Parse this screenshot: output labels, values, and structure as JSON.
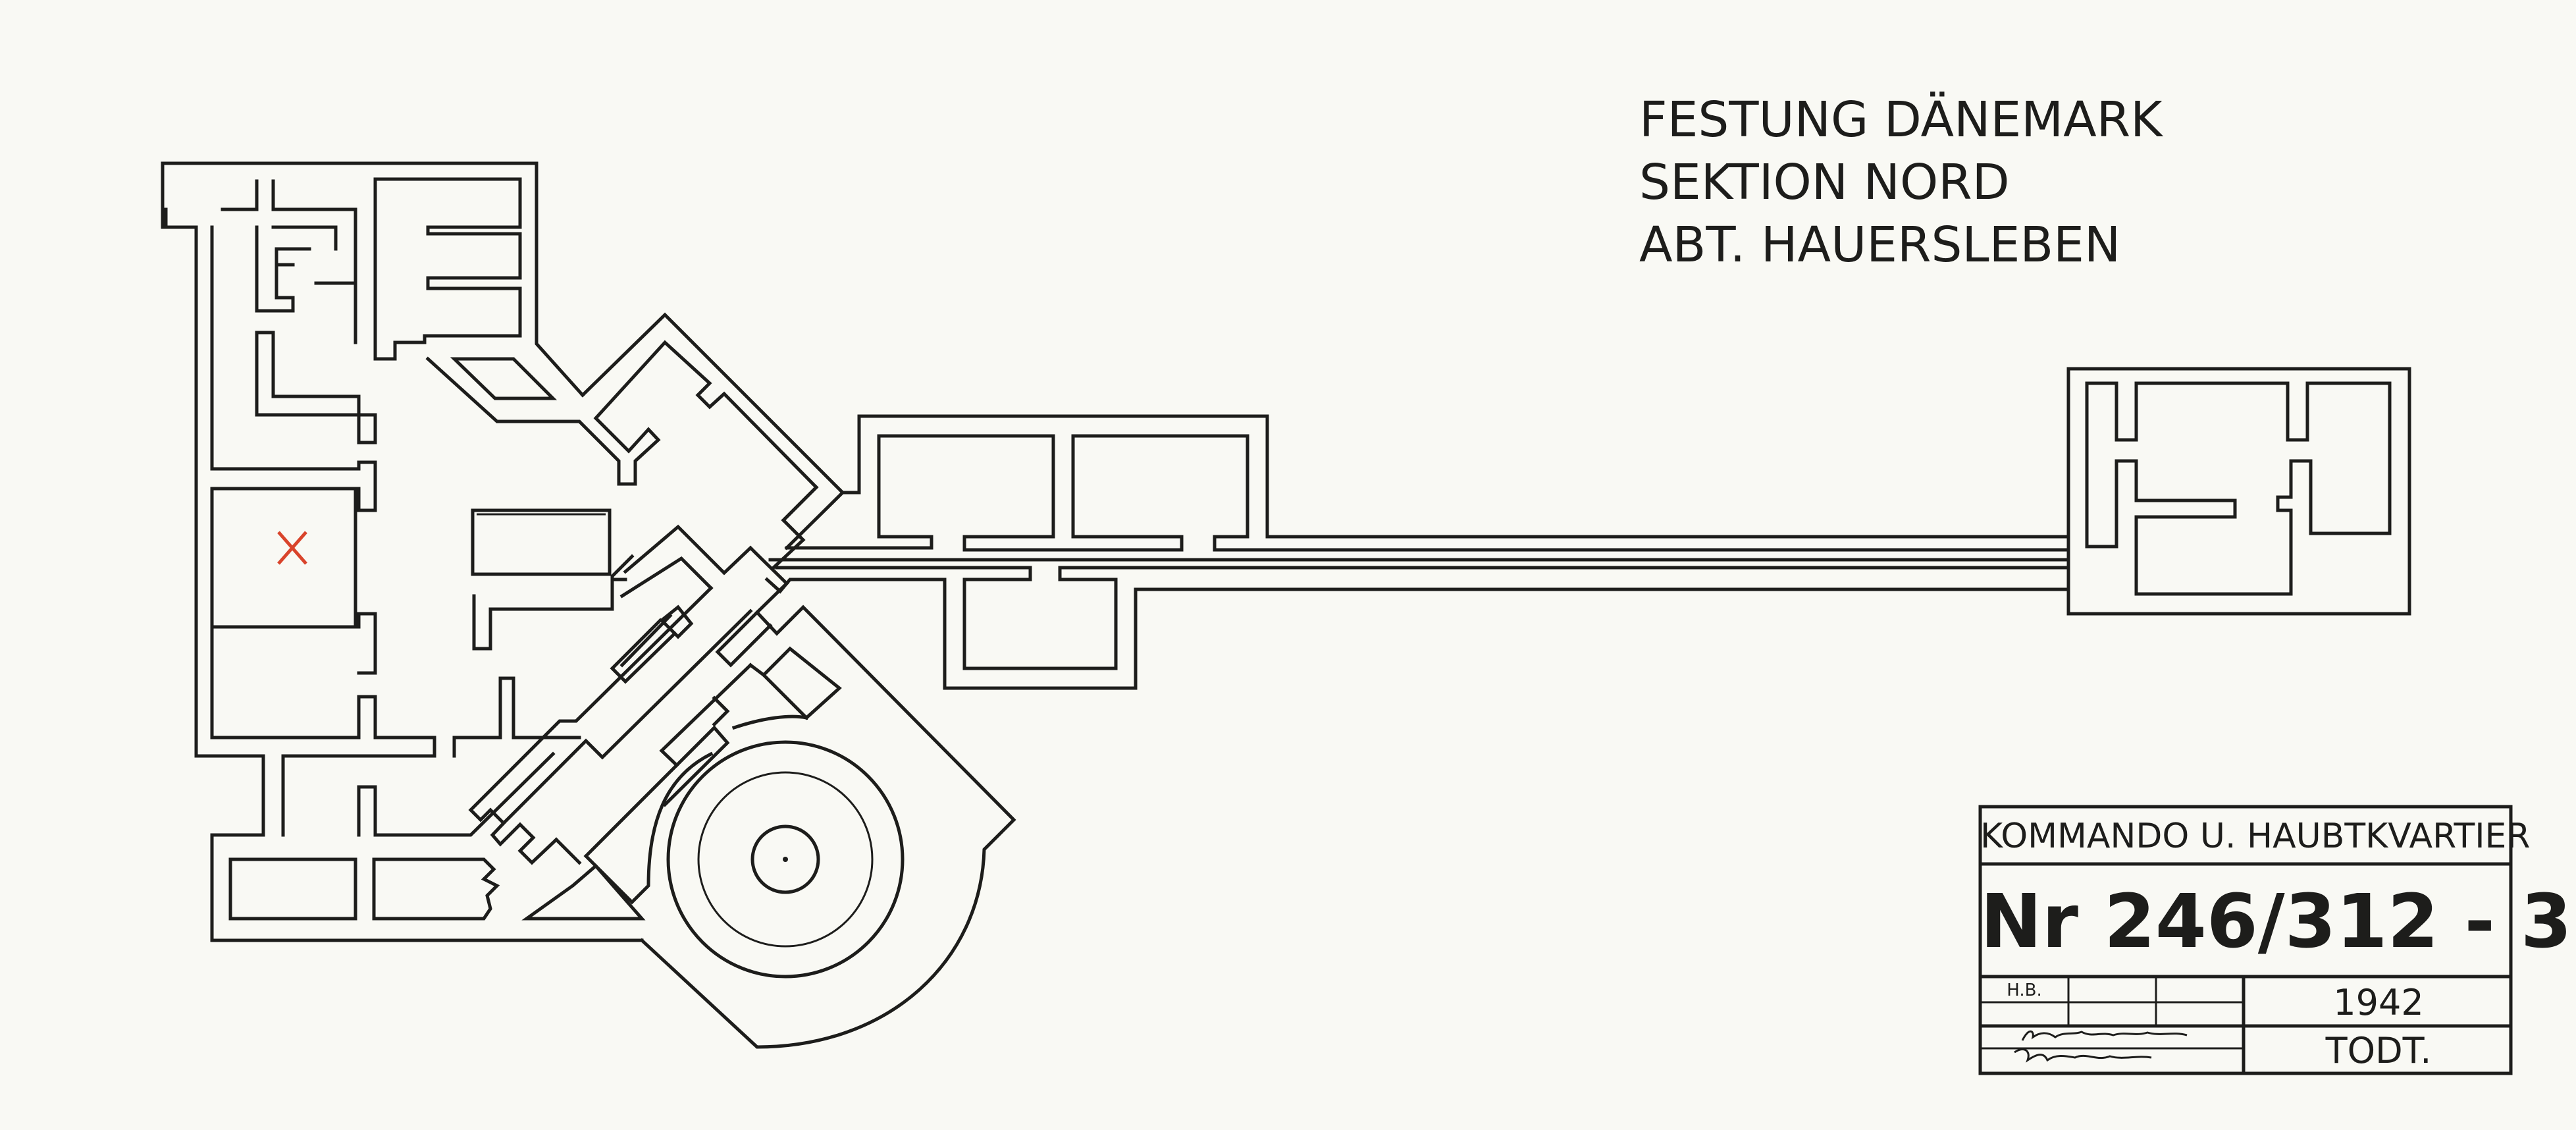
{
  "title": {
    "lines": [
      "FESTUNG DÄNEMARK",
      "SEKTION NORD",
      "ABT. HAUERSLEBEN"
    ]
  },
  "stamp": {
    "header": "KOMMANDO U. HAUBTKVARTIER",
    "number": "Nr 246/312 - 3",
    "initials": "H.B.",
    "year": "1942",
    "builder": "TODT."
  },
  "colors": {
    "line": "#1d1d1b",
    "paper": "#f9f9f4",
    "marker": "#d9442b"
  },
  "icons": {
    "marker": "cross-mark-icon"
  }
}
